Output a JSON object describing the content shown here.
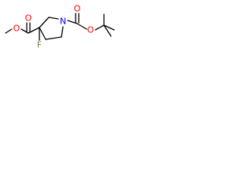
{
  "molecule": {
    "atoms": [
      {
        "key": "o_ester_carbonyl",
        "symbol": "O",
        "color": "#ff0000"
      },
      {
        "key": "o_ester_methoxy",
        "symbol": "O",
        "color": "#ff0000"
      },
      {
        "key": "fluorine",
        "symbol": "F",
        "color": "#6a8a3c"
      },
      {
        "key": "ring_nitrogen",
        "symbol": "N",
        "color": "#0000ff"
      },
      {
        "key": "o_boc_carbonyl",
        "symbol": "O",
        "color": "#ff0000"
      },
      {
        "key": "o_boc_ether",
        "symbol": "O",
        "color": "#ff0000"
      }
    ]
  }
}
